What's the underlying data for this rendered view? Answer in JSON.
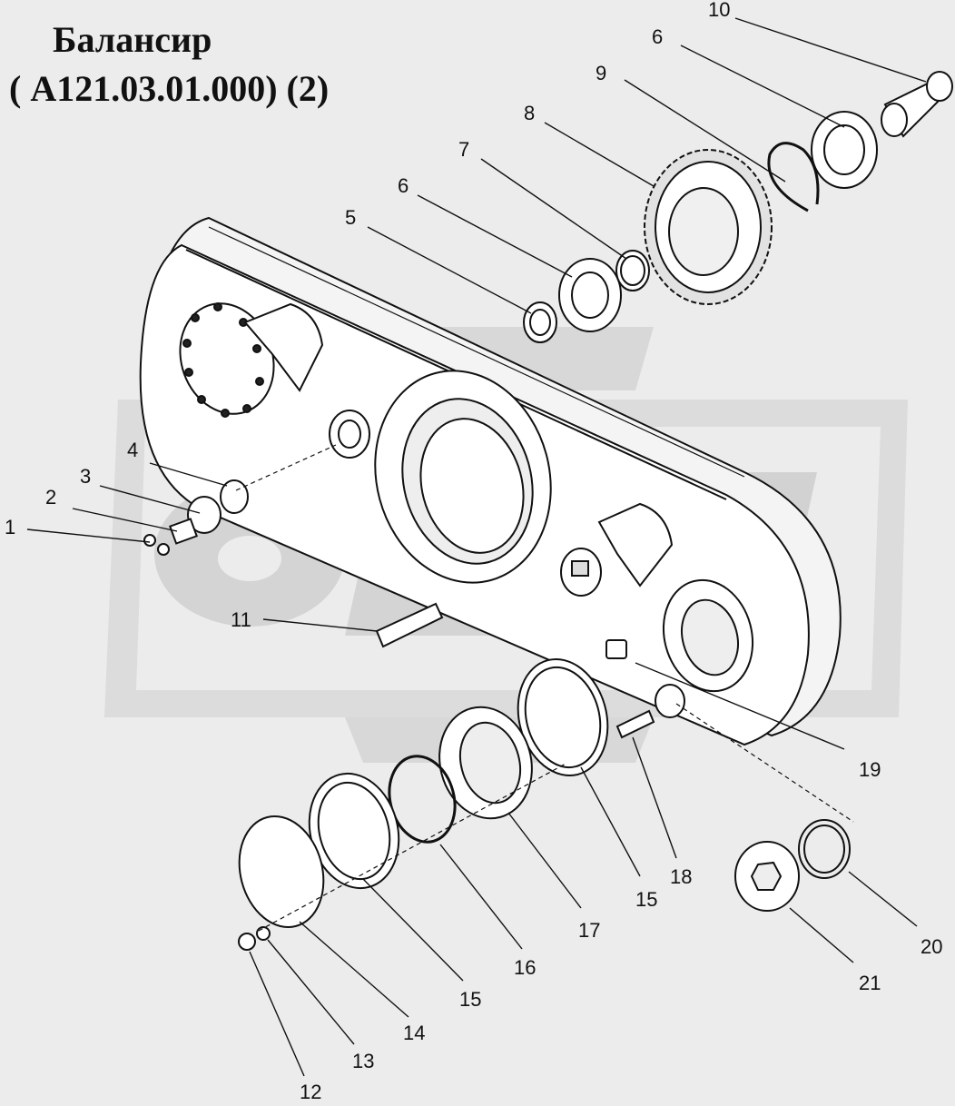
{
  "title": {
    "line1": "Балансир",
    "line2": "( А121.03.01.000) (2)"
  },
  "watermark_text": "OPTX",
  "callouts": [
    "1",
    "2",
    "3",
    "4",
    "5",
    "6",
    "6",
    "7",
    "8",
    "9",
    "10",
    "11",
    "12",
    "13",
    "14",
    "15",
    "15",
    "16",
    "17",
    "18",
    "19",
    "20",
    "21"
  ],
  "colors": {
    "background": "#ececec",
    "line": "#111111",
    "part_fill": "#ffffff",
    "part_shade": "#d9d9d9",
    "watermark": "#d6d6d6"
  }
}
